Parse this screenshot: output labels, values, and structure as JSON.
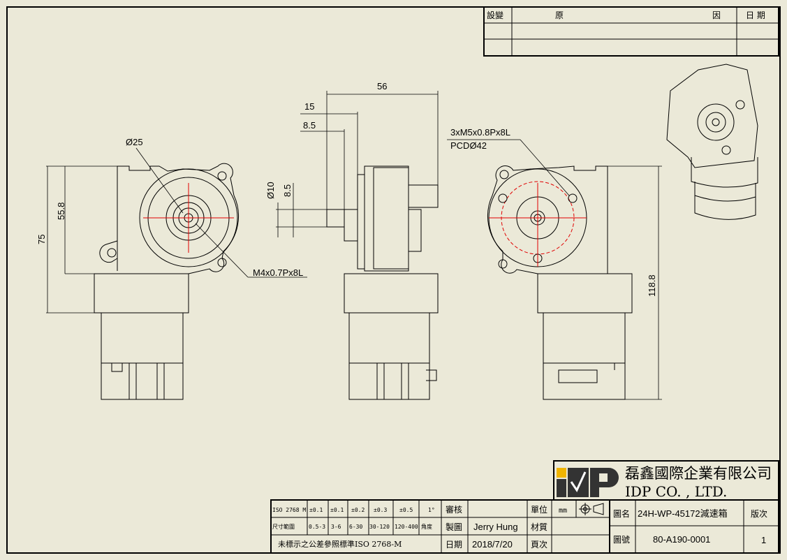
{
  "revision_table": {
    "headers": [
      "設變",
      "原",
      "因",
      "日 期"
    ]
  },
  "dimensions": {
    "front_dia": "Ø25",
    "front_height_55": "55.8",
    "front_height_75": "75",
    "front_thread": "M4x0.7Px8L",
    "side_56": "56",
    "side_15": "15",
    "side_8_5_top": "8.5",
    "side_dia10": "Ø10",
    "side_8_5": "8.5",
    "rear_thread": "3xM5x0.8Px8L",
    "rear_pcd": "PCDØ42",
    "rear_height": "118.8"
  },
  "company": {
    "logo_text": "IDP",
    "name_cn": "磊鑫國際企業有限公司",
    "name_en": "IDP CO. , LTD."
  },
  "title_block": {
    "tolerance_row": [
      "ISO 2768 M",
      "±0.1",
      "±0.1",
      "±0.2",
      "±0.3",
      "±0.5",
      "1°"
    ],
    "range_row": [
      "尺寸範圍",
      "0.5-3",
      "3-6",
      "6-30",
      "30-120",
      "120-400",
      "角度"
    ],
    "note": "未標示之公差參照標準ISO 2768-M",
    "review_label": "審核",
    "review_value": "",
    "drawn_label": "製圖",
    "drawn_value": "Jerry Hung",
    "date_label": "日期",
    "date_value": "2018/7/20",
    "unit_label": "單位",
    "unit_value": "mm",
    "material_label": "材質",
    "page_label": "頁次",
    "drawing_name_label": "圖名",
    "drawing_name": "24H-WP-45172減速箱",
    "drawing_no_label": "圖號",
    "drawing_no": "80-A190-0001",
    "version_label": "版次",
    "version": "1"
  }
}
